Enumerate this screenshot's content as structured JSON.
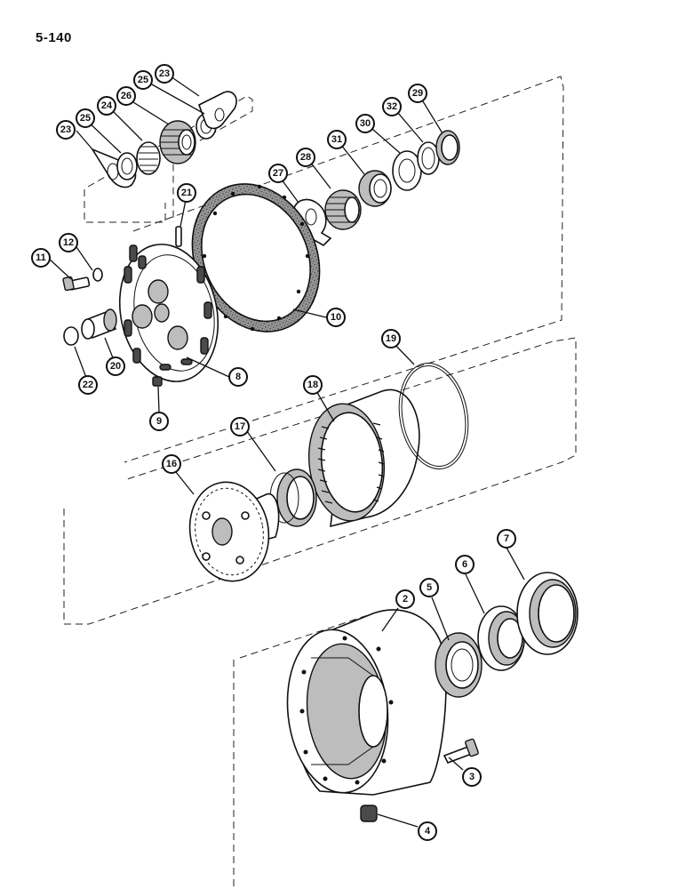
{
  "page": {
    "number": "5-140"
  },
  "callouts": [
    "2",
    "3",
    "4",
    "5",
    "6",
    "7",
    "8",
    "9",
    "10",
    "11",
    "12",
    "16",
    "17",
    "18",
    "19",
    "20",
    "21",
    "22",
    "23",
    "23",
    "24",
    "25",
    "25",
    "26",
    "27",
    "28",
    "29",
    "30",
    "31",
    "32"
  ],
  "colors": {
    "ink": "#111111",
    "paper": "#ffffff",
    "friction_lining": "#555555",
    "shade": "#bdbdbd"
  }
}
